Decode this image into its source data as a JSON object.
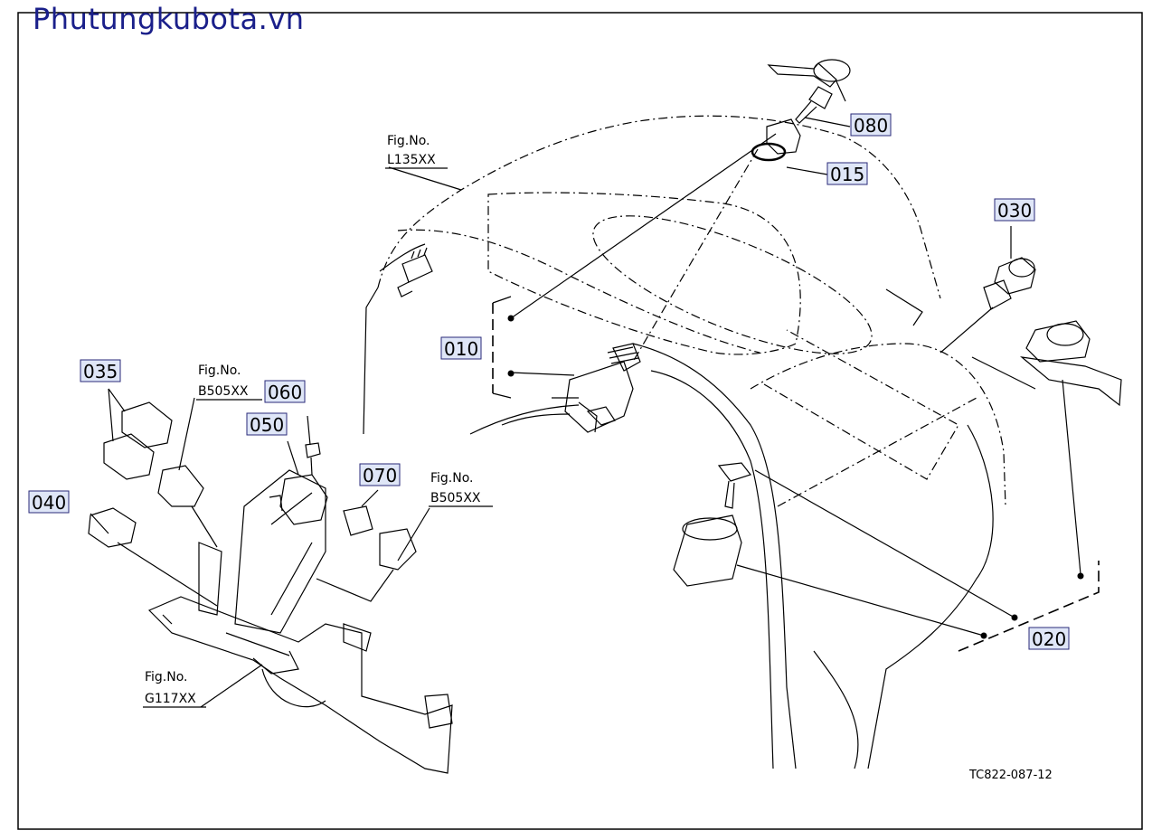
{
  "watermark": "Phutungkubota.vn",
  "drawing_code": "TC822-087-12",
  "fig_refs": {
    "l135": {
      "label": "Fig.No.",
      "code": "L135XX"
    },
    "b505_left": {
      "label": "Fig.No.",
      "code": "B505XX"
    },
    "b505_right": {
      "label": "Fig.No.",
      "code": "B505XX"
    },
    "g117": {
      "label": "Fig.No.",
      "code": "G117XX"
    }
  },
  "parts": {
    "p010": "010",
    "p015": "015",
    "p020": "020",
    "p030": "030",
    "p035": "035",
    "p040": "040",
    "p050": "050",
    "p060": "060",
    "p070": "070",
    "p080": "080"
  },
  "colors": {
    "watermark": "#1a1f8a",
    "tag_fill": "#dfe6f7"
  }
}
